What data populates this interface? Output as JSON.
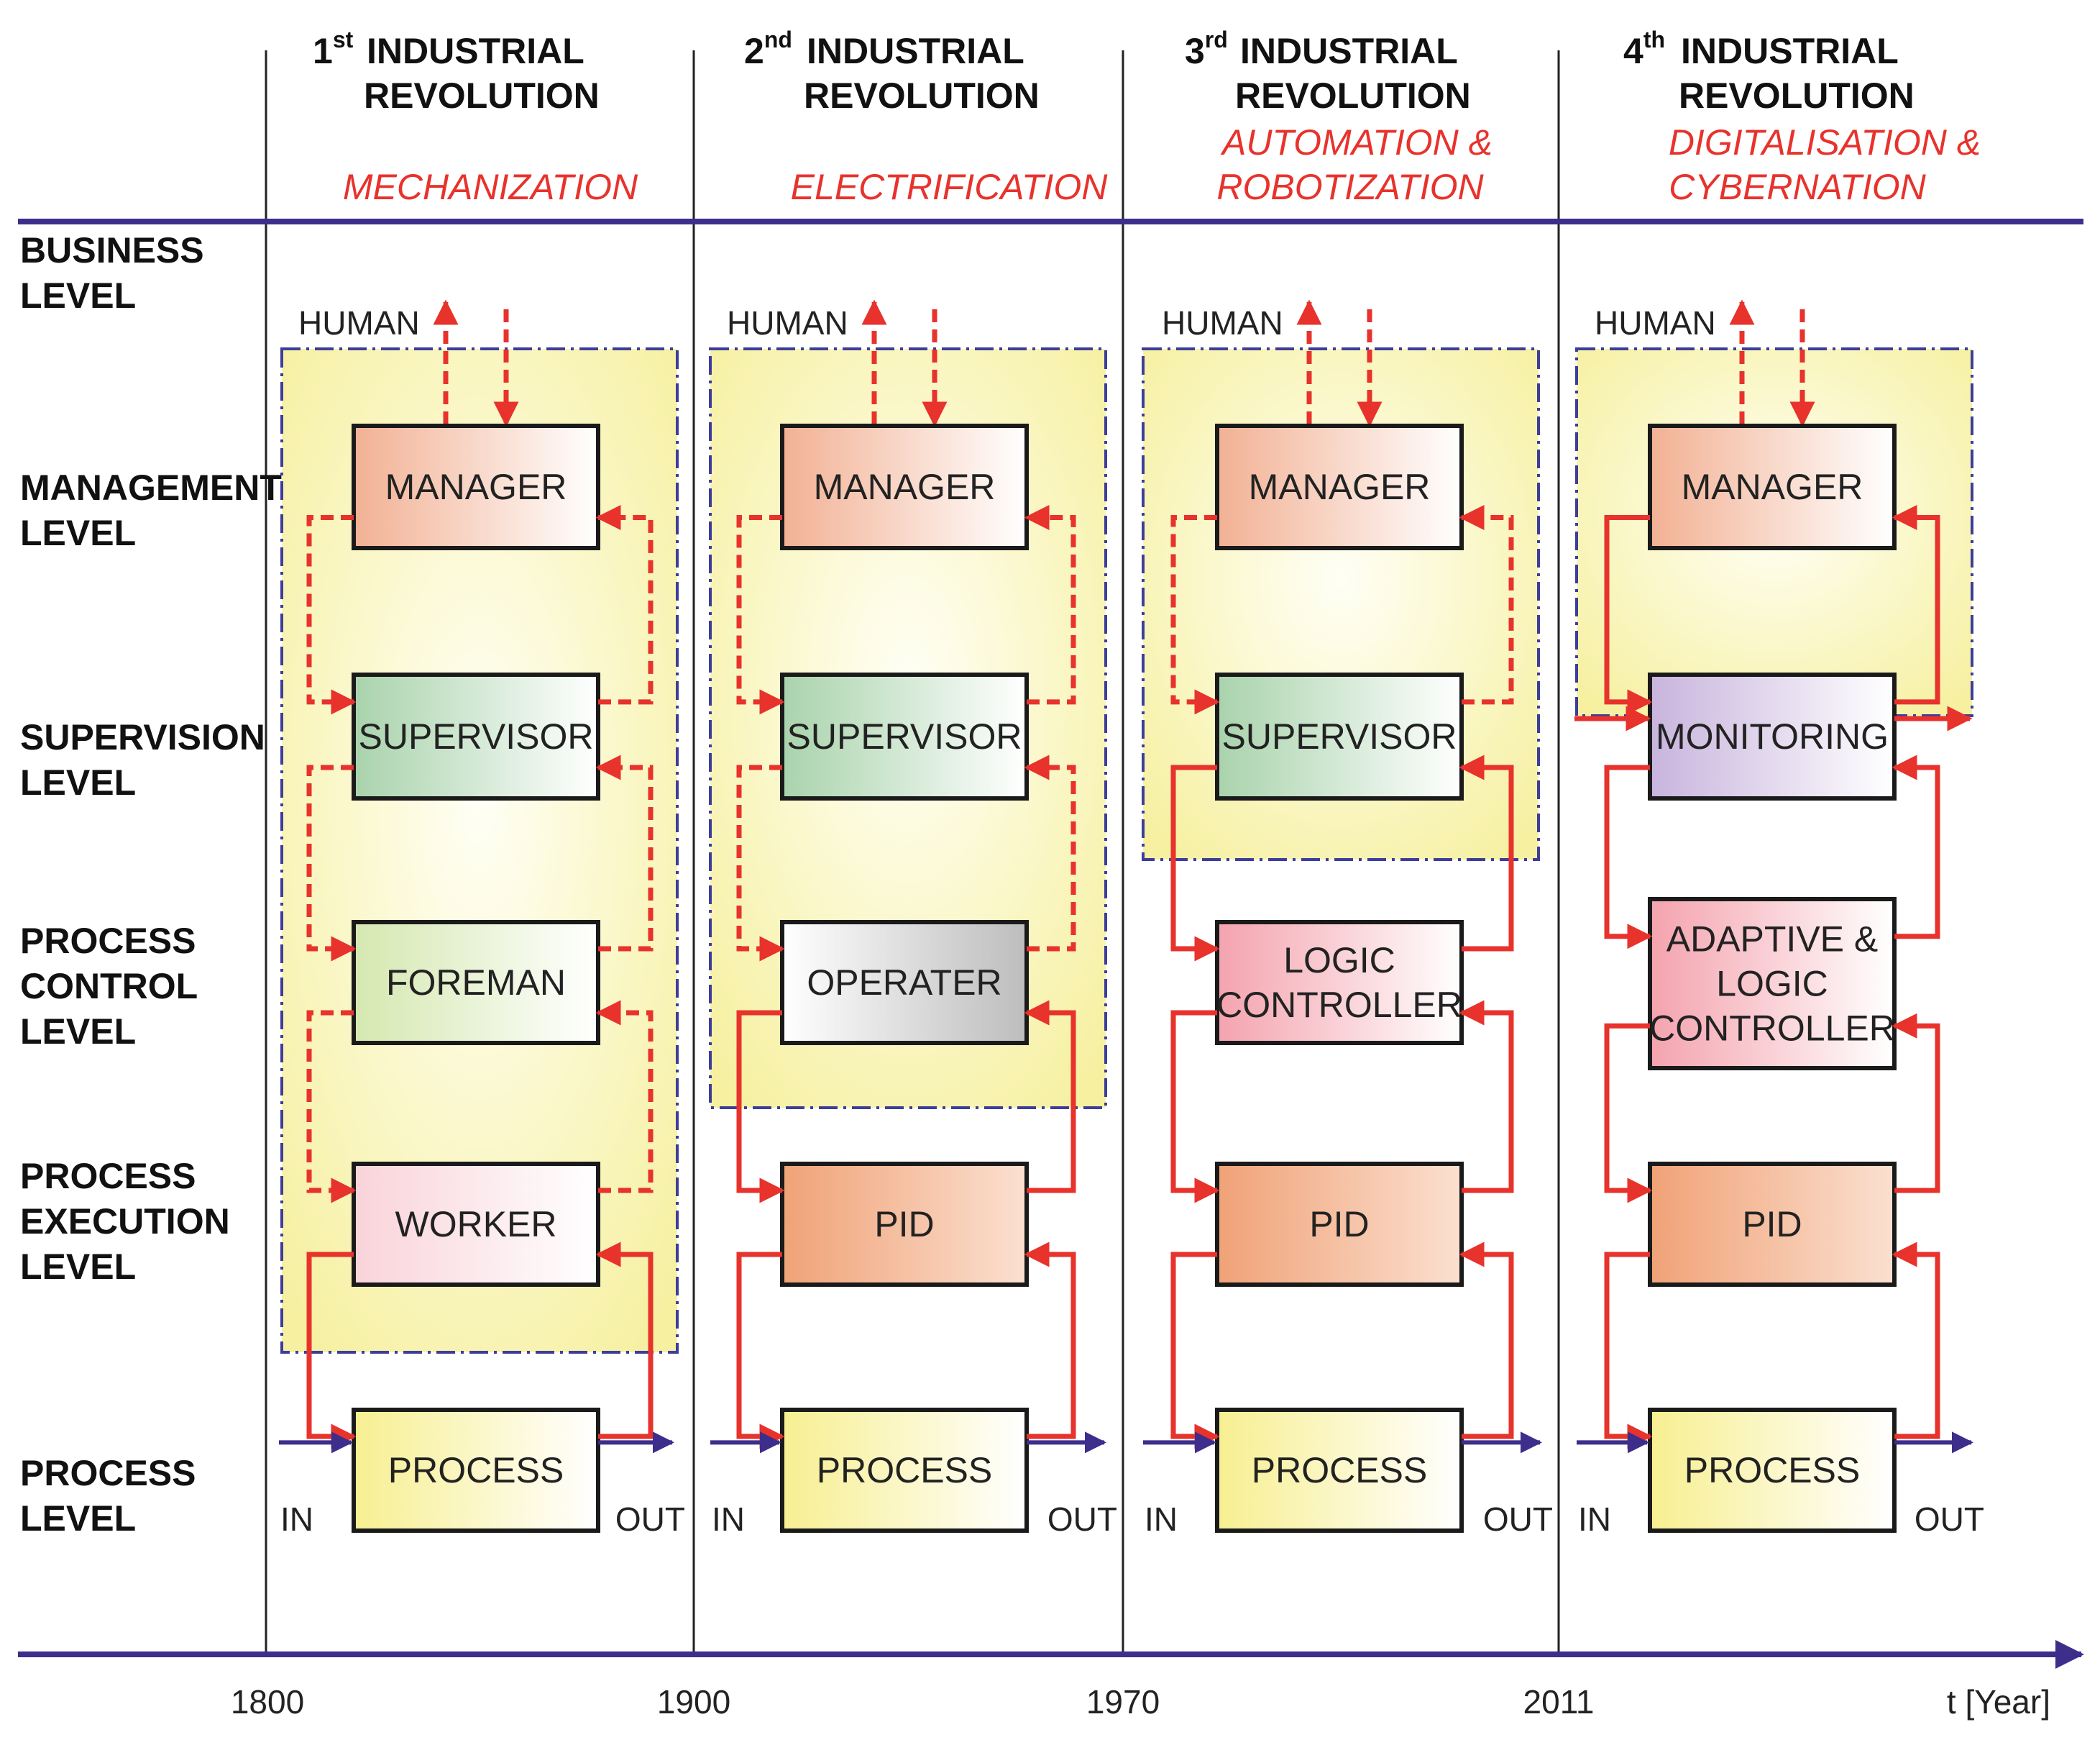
{
  "headers": [
    {
      "ordinal": "1",
      "sup": "st",
      "line1": "INDUSTRIAL",
      "line2": "REVOLUTION",
      "theme": [
        "MECHANIZATION"
      ]
    },
    {
      "ordinal": "2",
      "sup": "nd",
      "line1": "INDUSTRIAL",
      "line2": "REVOLUTION",
      "theme": [
        "ELECTRIFICATION"
      ]
    },
    {
      "ordinal": "3",
      "sup": "rd",
      "line1": "INDUSTRIAL",
      "line2": "REVOLUTION",
      "theme": [
        "AUTOMATION &",
        "ROBOTIZATION"
      ]
    },
    {
      "ordinal": "4",
      "sup": "th",
      "line1": "INDUSTRIAL",
      "line2": "REVOLUTION",
      "theme": [
        "DIGITALISATION &",
        "CYBERNATION"
      ]
    }
  ],
  "levels": [
    {
      "key": "business",
      "lines": [
        "BUSINESS",
        "LEVEL"
      ]
    },
    {
      "key": "management",
      "lines": [
        "MANAGEMENT",
        "LEVEL"
      ]
    },
    {
      "key": "supervision",
      "lines": [
        "SUPERVISION",
        "LEVEL"
      ]
    },
    {
      "key": "control",
      "lines": [
        "PROCESS",
        "CONTROL",
        "LEVEL"
      ]
    },
    {
      "key": "execution",
      "lines": [
        "PROCESS",
        "EXECUTION",
        "LEVEL"
      ]
    },
    {
      "key": "process",
      "lines": [
        "PROCESS",
        "LEVEL"
      ]
    }
  ],
  "human_label": "HUMAN",
  "in_label": "IN",
  "out_label": "OUT",
  "columns": [
    {
      "boxes": {
        "management": [
          "MANAGER"
        ],
        "supervision": [
          "SUPERVISOR"
        ],
        "control": [
          "FOREMAN"
        ],
        "execution": [
          "WORKER"
        ],
        "process": [
          "PROCESS"
        ]
      }
    },
    {
      "boxes": {
        "management": [
          "MANAGER"
        ],
        "supervision": [
          "SUPERVISOR"
        ],
        "control": [
          "OPERATER"
        ],
        "execution": [
          "PID"
        ],
        "process": [
          "PROCESS"
        ]
      }
    },
    {
      "boxes": {
        "management": [
          "MANAGER"
        ],
        "supervision": [
          "SUPERVISOR"
        ],
        "control": [
          "LOGIC",
          "CONTROLLER"
        ],
        "execution": [
          "PID"
        ],
        "process": [
          "PROCESS"
        ]
      }
    },
    {
      "boxes": {
        "management": [
          "MANAGER"
        ],
        "supervision": [
          "MONITORING"
        ],
        "control": [
          "ADAPTIVE &",
          "LOGIC",
          "CONTROLLER"
        ],
        "execution": [
          "PID"
        ],
        "process": [
          "PROCESS"
        ]
      }
    }
  ],
  "years": [
    "1800",
    "1900",
    "1970",
    "2011"
  ],
  "axis_label": "t [Year]",
  "colors": {
    "flow_red": "#e8322c",
    "axis_purple": "#3d2e8c",
    "human_zone_border": "#3d3d9a",
    "human_zone_fill": "#f7f3a6"
  }
}
